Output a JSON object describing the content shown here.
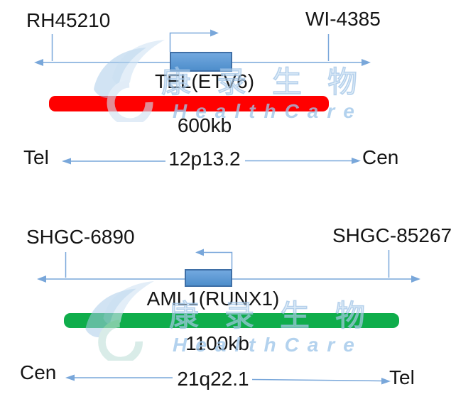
{
  "watermark": {
    "cn": "康录生物",
    "en": "HealthCare",
    "logo_icon": "leaf-swoosh-icon"
  },
  "colors": {
    "line_blue": "#79A7DA",
    "gene_box_fill": "#5B9BD5",
    "gene_box_border": "#3F6FA6",
    "tel_probe_red": "#FF0000",
    "aml1_probe_green": "#0FAD4B",
    "watermark_blue": "#BDD7EF",
    "text": "#151515"
  },
  "panels": [
    {
      "marker_left": "RH45210",
      "marker_right": "WI-4385",
      "gene_label": "TEL(ETV6)",
      "gene_direction": "right",
      "probe_size": "600kb",
      "probe_color": "#FF0000",
      "band": "12p13.2",
      "end_left": "Tel",
      "end_right": "Cen"
    },
    {
      "marker_left": "SHGC-6890",
      "marker_right": "SHGC-85267",
      "gene_label": "AML1(RUNX1)",
      "gene_direction": "left",
      "probe_size": "1100kb",
      "probe_color": "#0FAD4B",
      "band": "21q22.1",
      "end_left": "Cen",
      "end_right": "Tel"
    }
  ]
}
